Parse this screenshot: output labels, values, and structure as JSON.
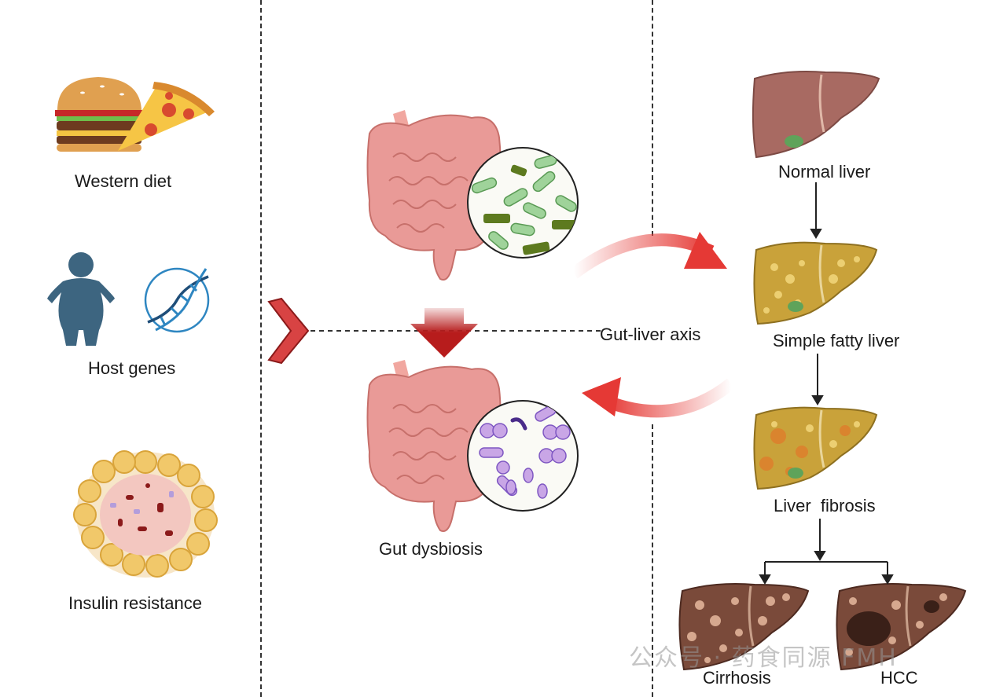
{
  "left_panel": {
    "western_diet": "Western diet",
    "host_genes": "Host genes",
    "insulin_resistance": "Insulin resistance"
  },
  "middle_panel": {
    "gut_dysbiosis": "Gut dysbiosis"
  },
  "axis_label": "Gut-liver axis",
  "right_panel": {
    "normal_liver": "Normal liver",
    "simple_fatty_liver": "Simple fatty liver",
    "liver_fibrosis": "Liver  fibrosis",
    "cirrhosis": "Cirrhosis",
    "hcc": "HCC"
  },
  "watermark": "公众号 · 药食同源 FMH",
  "colors": {
    "arrow_red": "#e53935",
    "down_arrow": "#b71c1c",
    "liver_normal": "#a86a62",
    "liver_fatty": "#c9a23a",
    "liver_cirrhosis": "#7a4a3a",
    "gene_blue": "#2e86c1",
    "person": "#3d6580"
  }
}
